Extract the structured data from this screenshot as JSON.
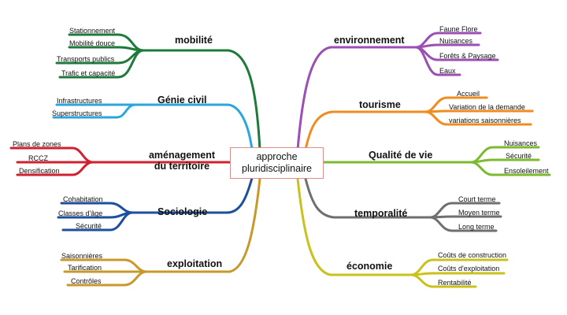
{
  "center": {
    "line1": "approche",
    "line2": "pluridisciplinaire"
  },
  "branches": [
    {
      "id": "mobilite",
      "label": "mobilité",
      "color": "#1d7a3a",
      "leaves": [
        "Stationnement",
        "Mobilité douce",
        "Transports publics",
        "Trafic et capacité"
      ]
    },
    {
      "id": "genie",
      "label": "Génie civil",
      "color": "#2aa6dc",
      "leaves": [
        "Infrastructures",
        "Superstructures"
      ]
    },
    {
      "id": "amenagement",
      "label1": "aménagement",
      "label2": "du territoire",
      "color": "#d2202f",
      "leaves": [
        "Plans de zones",
        "RCCZ",
        "Densification"
      ]
    },
    {
      "id": "sociologie",
      "label": "Sociologie",
      "color": "#1c4f9c",
      "leaves": [
        "Cohabitation",
        "Classes d'âge",
        "Sécurité"
      ]
    },
    {
      "id": "exploitation",
      "label": "exploitation",
      "color": "#c9982a",
      "leaves": [
        "Saisonnières",
        "Tarification",
        "Contrôles"
      ]
    },
    {
      "id": "environnement",
      "label": "environnement",
      "color": "#9b4fb3",
      "leaves": [
        "Faune Flore",
        "Nuisances",
        "Forêts & Paysage",
        "Eaux"
      ]
    },
    {
      "id": "tourisme",
      "label": "tourisme",
      "color": "#f08c1e",
      "leaves": [
        "Accueil",
        "Variation de la demande",
        "variations saisonnières"
      ]
    },
    {
      "id": "qualite",
      "label": "Qualité de vie",
      "color": "#7cba2f",
      "leaves": [
        "Nuisances",
        "Sécurité",
        "Ensoleilement"
      ]
    },
    {
      "id": "temporalite",
      "label": "temporalité",
      "color": "#6f6f6f",
      "leaves": [
        "Court terme",
        "Moyen terme",
        "Long terme"
      ]
    },
    {
      "id": "economie",
      "label": "économie",
      "color": "#c9c21c",
      "leaves": [
        "Coûts de construction",
        "Coûts d'exploitation",
        "Rentabilité"
      ]
    }
  ]
}
